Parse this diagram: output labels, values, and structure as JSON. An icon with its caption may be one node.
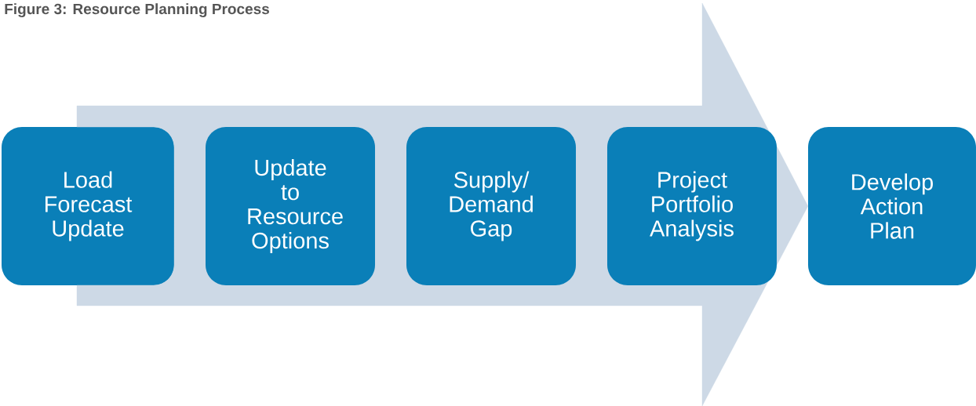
{
  "diagram": {
    "title": "Figure 3: Resource Planning Process",
    "nodes": [
      {
        "text": [
          "Load Forecast Update"
        ]
      },
      {
        "text": [
          "Update to Resource Options"
        ]
      },
      {
        "text": [
          "Supply/ Demand Gap"
        ]
      },
      {
        "text": [
          "Project Portfolio Analysis"
        ]
      },
      {
        "text": [
          "Develop Action Plan"
        ]
      }
    ],
    "edges": [
      {
        "from": 0,
        "to": 4,
        "arrow": "to"
      }
    ]
  }
}
